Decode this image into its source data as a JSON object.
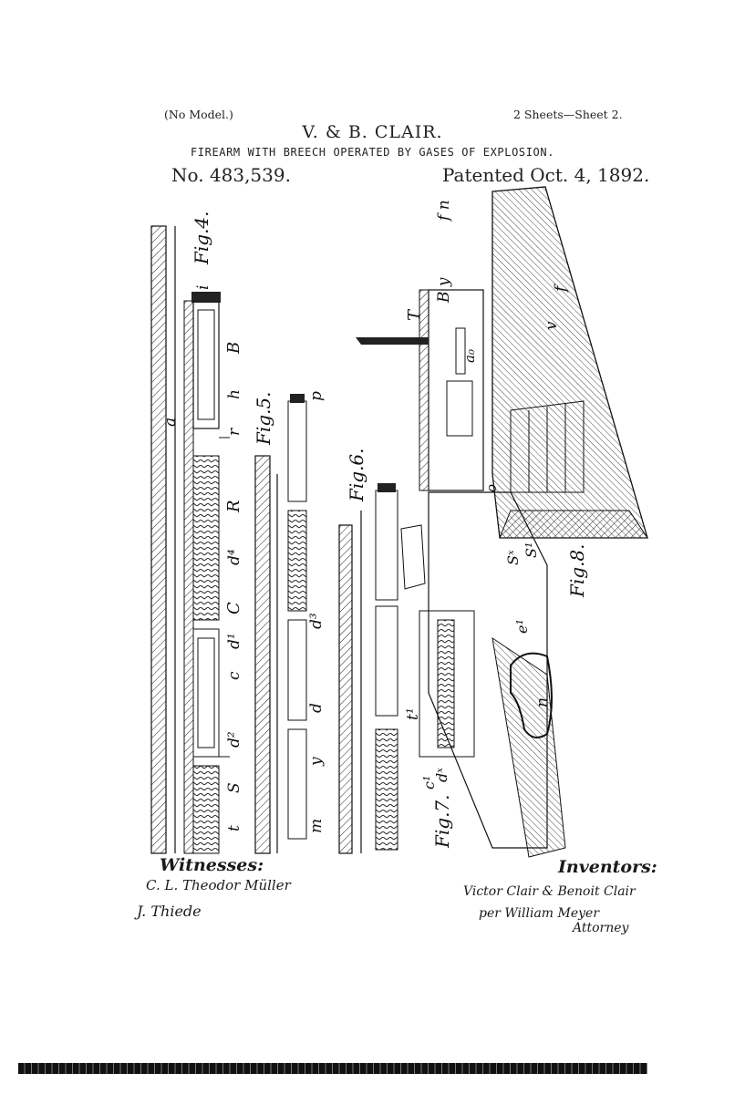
{
  "header": {
    "no_model": "(No Model.)",
    "sheets": "2 Sheets—Sheet 2.",
    "inventors": "V. & B. CLAIR.",
    "title": "FIREARM WITH BREECH OPERATED BY GASES OF EXPLOSION.",
    "patent_number": "No. 483,539.",
    "patent_date": "Patented Oct. 4, 1892."
  },
  "figures": {
    "fig4": "Fig.4.",
    "fig5": "Fig.5.",
    "fig6": "Fig.6.",
    "fig7": "Fig.7.",
    "fig8": "Fig.8."
  },
  "labels": {
    "i": "i",
    "B": "B",
    "h": "h",
    "r": "r",
    "a": "a",
    "R": "R",
    "d4": "d⁴",
    "C": "C",
    "d1": "d¹",
    "c": "c",
    "d2": "d²",
    "S": "S",
    "t": "t",
    "p": "p",
    "d3": "d³",
    "d": "d",
    "y": "y",
    "m": "m",
    "t1": "t¹",
    "T": "T",
    "f": "f",
    "n": "n",
    "e1": "e¹",
    "Sx": "Sˣ",
    "S1": "S¹",
    "fn": "f n",
    "By": "B y",
    "v": "v",
    "o": "o",
    "c1": "c¹",
    "dx": "dˣ",
    "a0": "a₀"
  },
  "signatures": {
    "witnesses_heading": "Witnesses:",
    "witness_1": "C. L. Theodor Müller",
    "witness_2": "J. Thiede",
    "inventors_heading": "Inventors:",
    "inventor_names": "Victor Clair & Benoit Clair",
    "per_attorney": "per William Meyer",
    "attorney": "Attorney"
  }
}
